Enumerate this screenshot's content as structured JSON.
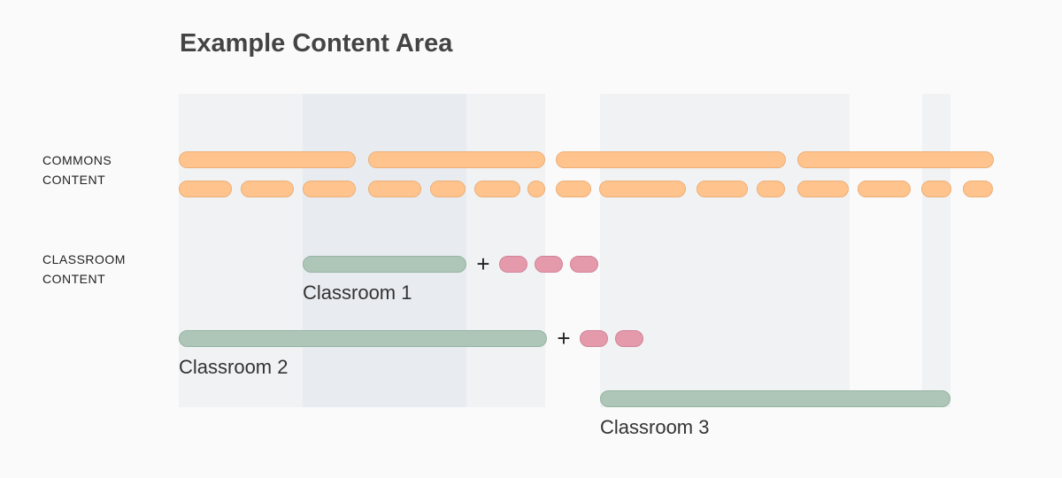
{
  "title": "Example Content Area",
  "labels": {
    "commons": [
      "COMMONS",
      "CONTENT"
    ],
    "classroom": [
      "CLASSROOM",
      "CONTENT"
    ]
  },
  "classrooms": [
    {
      "name": "Classroom 1",
      "extra_items": 3
    },
    {
      "name": "Classroom 2",
      "extra_items": 2
    },
    {
      "name": "Classroom 3",
      "extra_items": 0
    }
  ],
  "plus_symbol": "+",
  "colors": {
    "background": "#fafafa",
    "commons_item": "#ffc48e",
    "classroom_item": "#aec6b8",
    "extra_item": "#e59aab",
    "band_light": "#f0f2f4",
    "band_dark": "#e8ecf1"
  }
}
